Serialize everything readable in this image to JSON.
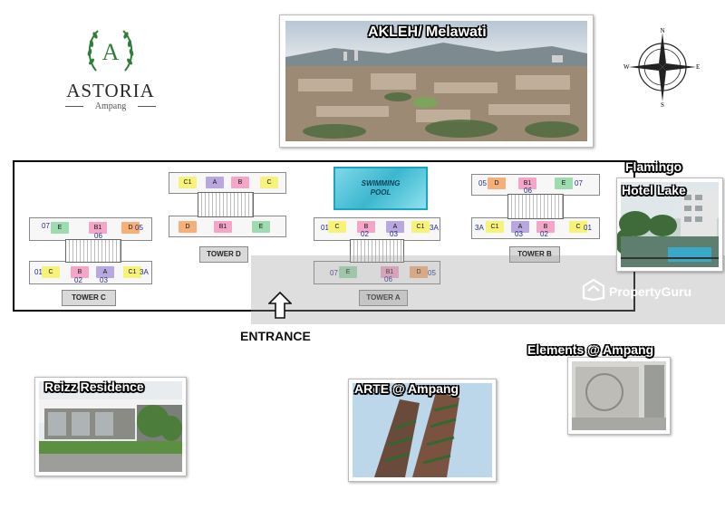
{
  "logo": {
    "name": "ASTORIA",
    "sub": "Ampang",
    "emblem_letter": "A",
    "emblem_color": "#2e7d3a"
  },
  "photos": {
    "akleh": "AKLEH/ Melawati",
    "flamingo_line1": "Flamingo",
    "flamingo_line2": "Hotel Lake",
    "reizz": "Reizz Residence",
    "arte": "ARTE @ Ampang",
    "elements": "Elements @ Ampang"
  },
  "compass": {
    "n": "N",
    "s": "S",
    "e": "E",
    "w": "W"
  },
  "site": {
    "pool_line1": "SWIMMING",
    "pool_line2": "POOL",
    "entrance": "ENTRANCE",
    "towers": {
      "a": {
        "label": "TOWER A"
      },
      "b": {
        "label": "TOWER B"
      },
      "c": {
        "label": "TOWER C"
      },
      "d": {
        "label": "TOWER D"
      }
    }
  },
  "watermark": {
    "brand": "PropertyGuru"
  },
  "colors": {
    "yellow": "#f7f27a",
    "purple": "#b9a8e0",
    "pink": "#f3a6c8",
    "orange": "#f5b07a",
    "green": "#9edbb0",
    "frame": "#000000"
  }
}
